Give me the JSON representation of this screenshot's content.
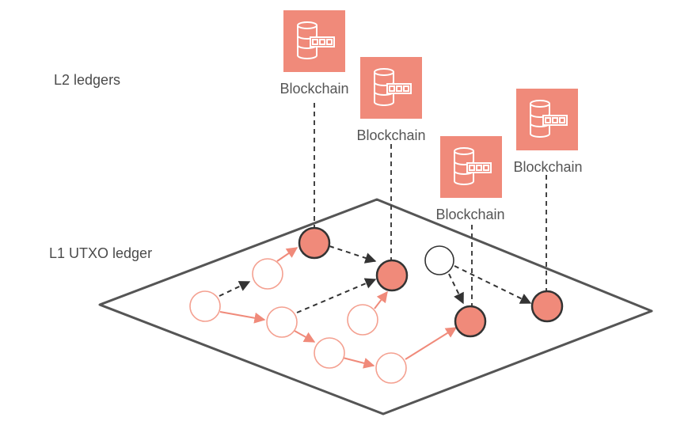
{
  "labels": {
    "l2": "L2 ledgers",
    "l1": "L1 UTXO ledger"
  },
  "blockchains": [
    {
      "label": "Blockchain",
      "icon": "database-icon"
    },
    {
      "label": "Blockchain",
      "icon": "database-icon"
    },
    {
      "label": "Blockchain",
      "icon": "database-icon"
    },
    {
      "label": "Blockchain",
      "icon": "database-icon"
    }
  ],
  "colors": {
    "accent": "#f08a7a",
    "accent_stroke": "#333333",
    "light_node_stroke": "#f4a090",
    "platform_stroke": "#555555",
    "dashed": "#444444",
    "white": "#ffffff"
  }
}
